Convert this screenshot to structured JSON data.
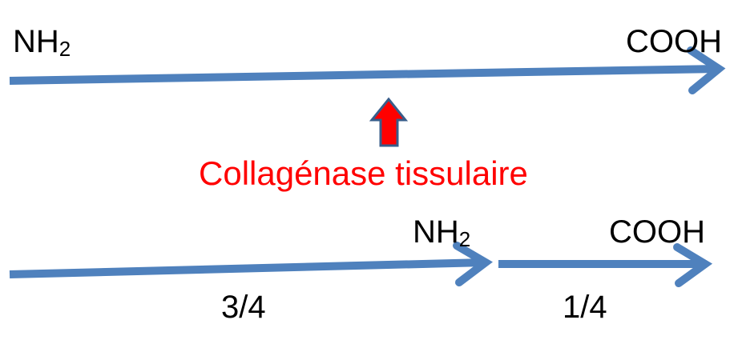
{
  "intact_chain": {
    "n_terminus": {
      "main": "NH",
      "sub": "2"
    },
    "c_terminus": "COOH"
  },
  "enzyme": {
    "label": "Collagénase tissulaire"
  },
  "fragments": {
    "large": {
      "n_terminus": {
        "main": "NH",
        "sub": "2"
      },
      "fraction": "3/4"
    },
    "small": {
      "c_terminus": "COOH",
      "fraction": "1/4"
    }
  },
  "colors": {
    "chain_arrow": "#4f81bd",
    "enzyme_arrow": "#ff0000",
    "enzyme_arrow_outline": "#385d8a",
    "enzyme_text": "#ff0000"
  }
}
